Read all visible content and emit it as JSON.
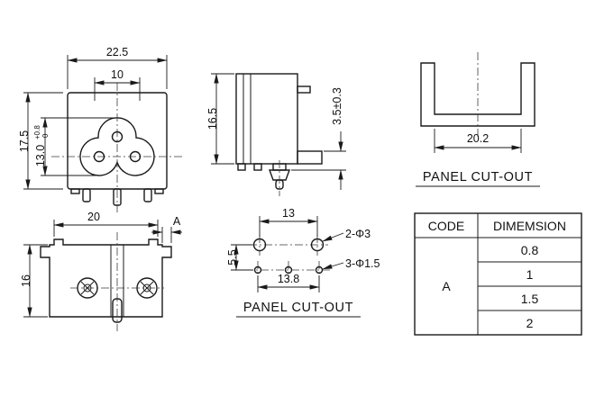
{
  "colors": {
    "ink": "#1a1a1a",
    "background": "#ffffff"
  },
  "front_view": {
    "dim_overall_width": "22.5",
    "dim_top_width": "10",
    "dim_overall_height": "17.5",
    "dim_opening_height": "13.0",
    "dim_opening_tol_plus": "+0.8",
    "dim_opening_tol_minus": "0"
  },
  "side_view": {
    "dim_body_height": "16.5",
    "dim_pin_length": "3.5±0.3"
  },
  "panel_cutout_view": {
    "dim_opening_width": "20.2",
    "caption": "PANEL CUT-OUT"
  },
  "bottom_view": {
    "dim_width": "20",
    "dim_height": "16",
    "dim_tab_code": "A"
  },
  "drill_view": {
    "dim_upper_hole_spacing": "13",
    "dim_row_spacing": "5.5",
    "dim_lower_hole_spacing": "13.8",
    "note_large_holes": "2-Φ3",
    "note_small_holes": "3-Φ1.5",
    "caption": "PANEL CUT-OUT"
  },
  "table": {
    "col_code": "CODE",
    "col_dimension": "DIMEMSION",
    "code": "A",
    "values": [
      "0.8",
      "1",
      "1.5",
      "2"
    ]
  }
}
